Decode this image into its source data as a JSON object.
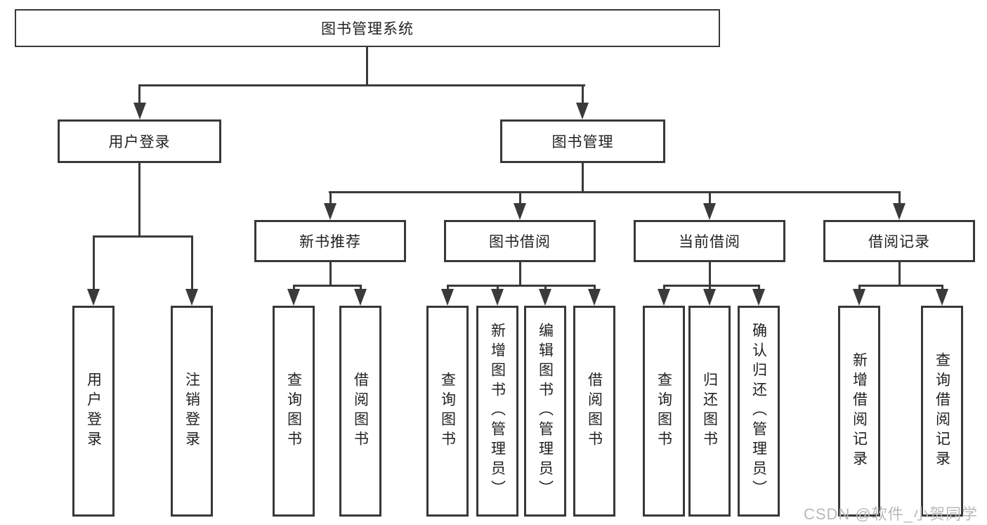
{
  "diagram": {
    "root": {
      "label": "图书管理系统"
    },
    "branches": [
      {
        "label": "用户登录",
        "children": [
          {
            "label": "用户登录"
          },
          {
            "label": "注销登录"
          }
        ]
      },
      {
        "label": "图书管理",
        "groups": [
          {
            "label": "新书推荐",
            "children": [
              {
                "label": "查询图书"
              },
              {
                "label": "借阅图书"
              }
            ]
          },
          {
            "label": "图书借阅",
            "children": [
              {
                "label": "查询图书"
              },
              {
                "label": "新增图书（管理员）"
              },
              {
                "label": "编辑图书（管理员）"
              },
              {
                "label": "借阅图书"
              }
            ]
          },
          {
            "label": "当前借阅",
            "children": [
              {
                "label": "查询图书"
              },
              {
                "label": "归还图书"
              },
              {
                "label": "确认归还（管理员）"
              }
            ]
          },
          {
            "label": "借阅记录",
            "children": [
              {
                "label": "新增借阅记录"
              },
              {
                "label": "查询借阅记录"
              }
            ]
          }
        ]
      }
    ]
  },
  "watermark": {
    "text": "CSDN @软件_小贺同学"
  },
  "colors": {
    "line": "#3a3a3a",
    "border": "#383838",
    "text": "#222222",
    "watermark": "#b9b9b9",
    "background": "#ffffff"
  }
}
